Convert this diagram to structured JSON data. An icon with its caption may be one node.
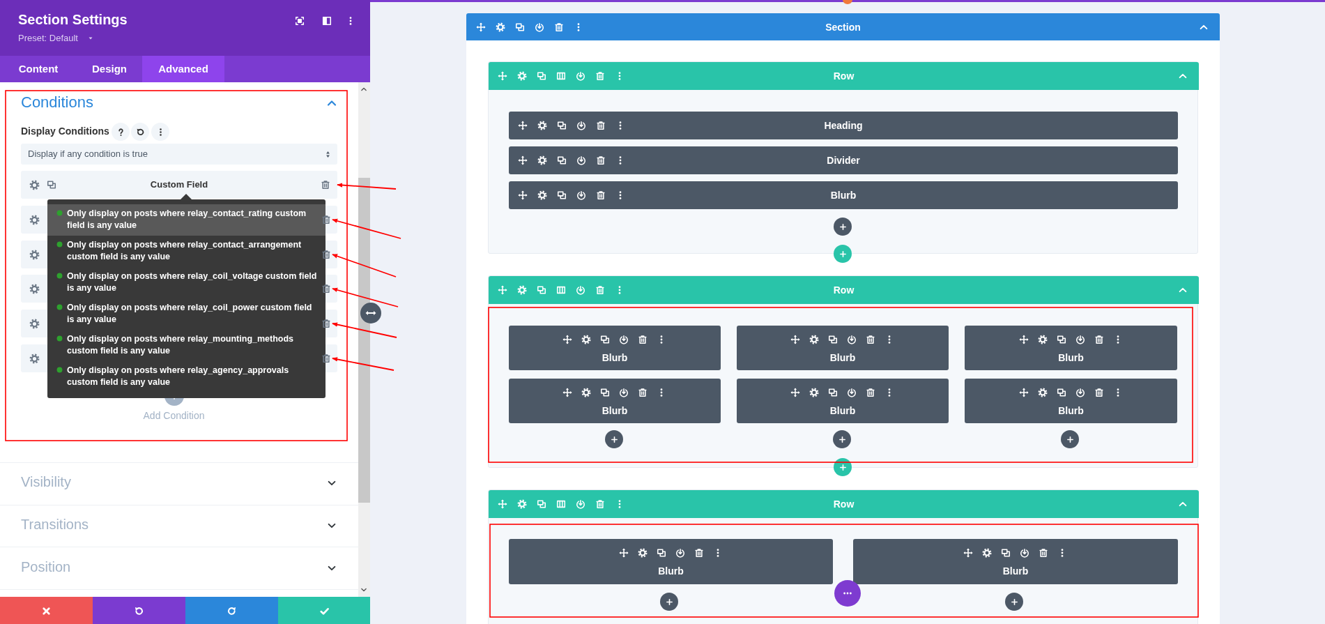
{
  "diagram": {
    "nodes": [
      {
        "text": [
          "Section Settings",
          "Preset: Default"
        ]
      },
      {
        "text": [
          "Content"
        ]
      },
      {
        "text": [
          "Design"
        ]
      },
      {
        "text": [
          "Advanced"
        ]
      },
      {
        "text": [
          "Display if any condition is true"
        ]
      },
      {
        "text": [
          "Custom Field"
        ]
      },
      {
        "text": [],
        "shape": "picture"
      },
      {
        "text": [],
        "shape": "picture"
      },
      {
        "text": [],
        "shape": "picture"
      },
      {
        "text": [],
        "shape": "picture"
      },
      {
        "text": [],
        "shape": "picture"
      },
      {
        "text": [
          "Only display on posts where relay_contact_rating custom field is any value",
          "Only display on posts where relay_contact_arrangement custom field is any value",
          "Only display on posts where relay_coil_voltage custom field is any value",
          "Only display on posts where relay_coil_power custom field is any value",
          "Only display on posts where relay_mounting_methods custom field is any value",
          "Only display on posts where relay_agency_approvals custom field is any value"
        ]
      },
      {
        "text": [
          "Section"
        ]
      },
      {
        "text": [
          "Row"
        ],
        "in": 12
      },
      {
        "text": [
          "Heading"
        ],
        "in": 13
      },
      {
        "text": [
          "Divider"
        ],
        "in": 13
      },
      {
        "text": [
          "Blurb"
        ],
        "in": 13
      },
      {
        "text": [
          "Row"
        ],
        "in": 12
      },
      {
        "text": [
          "Blurb"
        ],
        "in": 17
      },
      {
        "text": [
          "Blurb"
        ],
        "in": 17
      },
      {
        "text": [
          "Blurb"
        ],
        "in": 17
      },
      {
        "text": [
          "Blurb"
        ],
        "in": 17
      },
      {
        "text": [
          "Blurb"
        ],
        "in": 17
      },
      {
        "text": [
          "Blurb"
        ],
        "in": 17
      },
      {
        "text": [
          "Row"
        ],
        "in": 12
      },
      {
        "text": [
          "Blurb"
        ],
        "in": 24
      },
      {
        "text": [
          "Blurb"
        ],
        "in": 24
      }
    ],
    "edges": [
      {
        "from": null,
        "to": 5,
        "arrow": "to"
      },
      {
        "from": null,
        "to": 6,
        "arrow": "to"
      },
      {
        "from": null,
        "to": 7,
        "arrow": "to"
      },
      {
        "from": null,
        "to": 8,
        "arrow": "to"
      },
      {
        "from": null,
        "to": 9,
        "arrow": "to"
      },
      {
        "from": null,
        "to": 10,
        "arrow": "to"
      }
    ],
    "labels": [
      "Conditions",
      "Display Conditions",
      "Add Condition",
      "Visibility",
      "Transitions",
      "Position"
    ]
  }
}
